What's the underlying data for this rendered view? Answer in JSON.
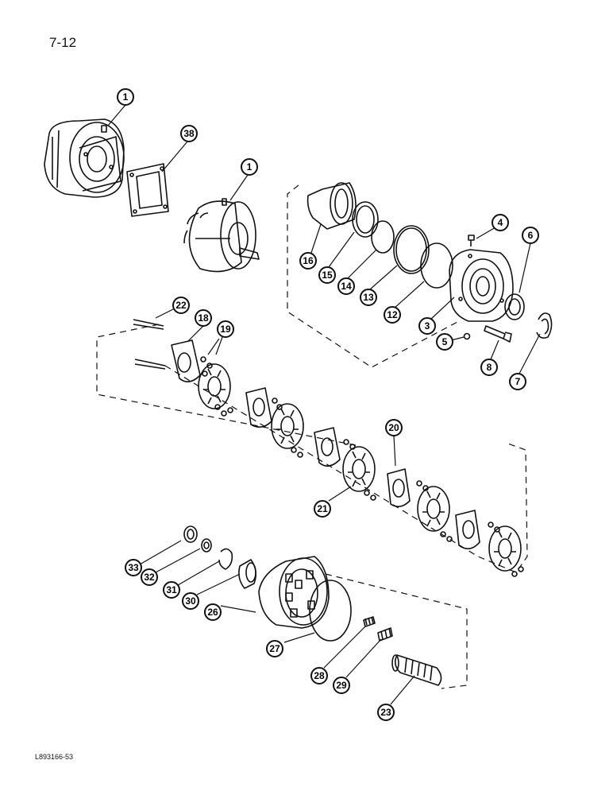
{
  "page": {
    "number": "7-12",
    "figure_code": "L893166-53"
  },
  "callouts": [
    "1",
    "38",
    "1",
    "4",
    "6",
    "16",
    "15",
    "14",
    "13",
    "12",
    "3",
    "5",
    "8",
    "7",
    "22",
    "18",
    "19",
    "20",
    "21",
    "33",
    "32",
    "31",
    "30",
    "26",
    "27",
    "28",
    "29",
    "23"
  ]
}
